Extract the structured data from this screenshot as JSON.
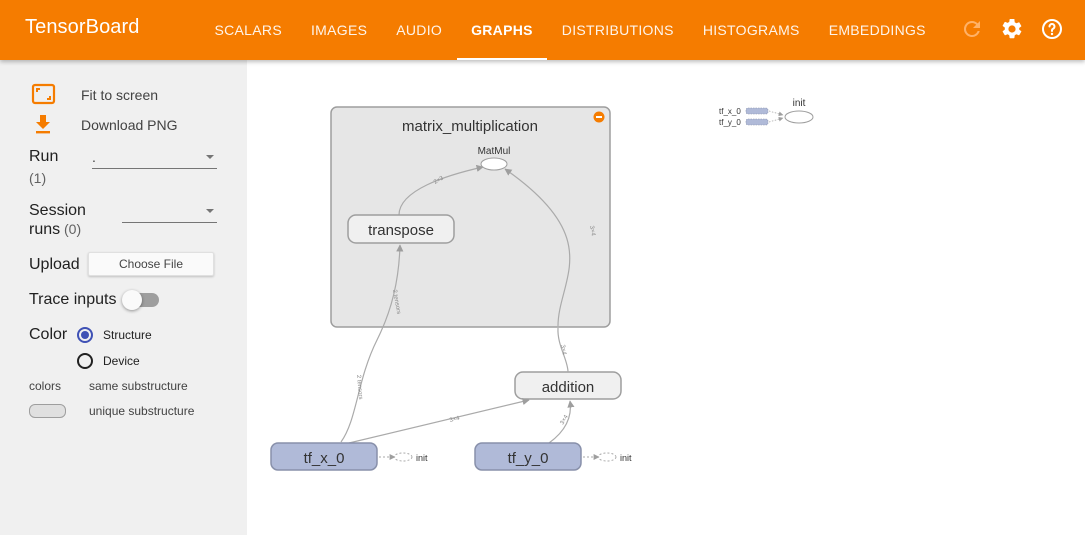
{
  "app": {
    "title": "TensorBoard"
  },
  "tabs": [
    {
      "label": "SCALARS",
      "active": false
    },
    {
      "label": "IMAGES",
      "active": false
    },
    {
      "label": "AUDIO",
      "active": false
    },
    {
      "label": "GRAPHS",
      "active": true
    },
    {
      "label": "DISTRIBUTIONS",
      "active": false
    },
    {
      "label": "HISTOGRAMS",
      "active": false
    },
    {
      "label": "EMBEDDINGS",
      "active": false
    }
  ],
  "header_icons": [
    "refresh-icon",
    "settings-icon",
    "help-icon"
  ],
  "colors": {
    "accent": "#f57c00",
    "sidebar_bg": "#f0f0f0",
    "radio": "#3f51b5",
    "input_node": "#b0bad8"
  },
  "sidebar": {
    "fit_to_screen": "Fit to screen",
    "download_png": "Download PNG",
    "run_label": "Run",
    "run_count": "(1)",
    "run_value": ".",
    "session_label_1": "Session",
    "session_label_2": "runs",
    "session_count": "(0)",
    "session_value": "",
    "upload_label": "Upload",
    "choose_file": "Choose File",
    "trace_inputs": "Trace inputs",
    "trace_inputs_on": false,
    "color_label": "Color",
    "color_options": [
      {
        "label": "Structure",
        "checked": true
      },
      {
        "label": "Device",
        "checked": false
      }
    ],
    "legend_title": "colors",
    "legend_same": "same substructure",
    "legend_unique": "unique substructure"
  },
  "graph": {
    "group_node": "matrix_multiplication",
    "matmul": "MatMul",
    "transpose": "transpose",
    "addition": "addition",
    "tf_x": "tf_x_0",
    "tf_y": "tf_y_0",
    "init": "init",
    "edge_labels": {
      "transpose_to_matmul": "2×3",
      "addition_to_matmul": "3×4",
      "x_to_transpose": "2 tensors",
      "x_to_transpose_lower": "2 tensors",
      "addition_to_group": "3×4",
      "x_to_addition": "3×4",
      "y_to_addition": "3×4"
    },
    "minimap": {
      "tf_x": "tf_x_0",
      "tf_y": "tf_y_0",
      "init": "init"
    }
  }
}
